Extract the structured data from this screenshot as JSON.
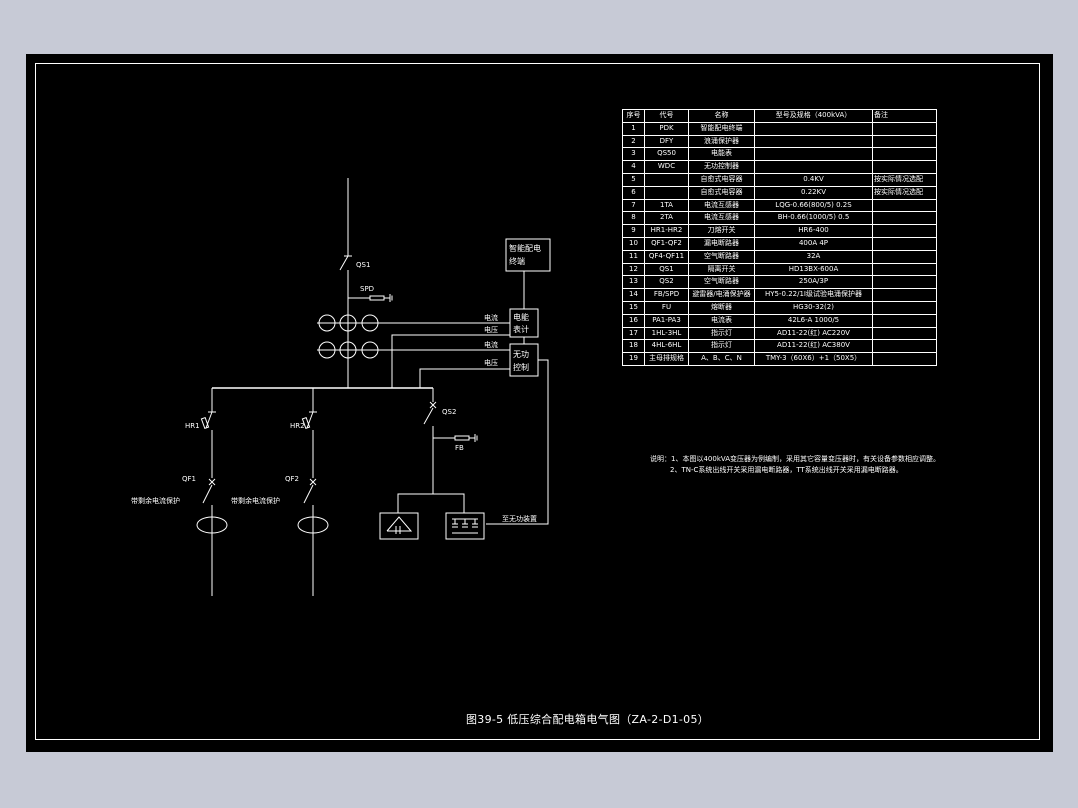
{
  "diagram": {
    "labels": {
      "qs1": "QS1",
      "spd": "SPD",
      "hr1": "HR1",
      "hr2": "HR2",
      "qs2": "QS2",
      "fb": "FB",
      "qf1": "QF1",
      "qf2": "QF2",
      "rcd1": "带剩余电流保护",
      "rcd2": "带剩余电流保护",
      "terminal": "智能配电终端",
      "meter": "电能表计",
      "reactive": "无功控制",
      "current1": "电流",
      "voltage1": "电压",
      "current2": "电流",
      "voltage2": "电压",
      "to_comp": "至无功装置"
    }
  },
  "table": {
    "headers": [
      "序号",
      "代号",
      "名称",
      "型号及规格（400kVA）",
      "备注"
    ],
    "rows": [
      [
        "1",
        "PDK",
        "智能配电终端",
        "",
        ""
      ],
      [
        "2",
        "DFY",
        "浪涌保护器",
        "",
        ""
      ],
      [
        "3",
        "QS50",
        "电能表",
        "",
        ""
      ],
      [
        "4",
        "WDC",
        "无功控制器",
        "",
        ""
      ],
      [
        "5",
        "",
        "自愈式电容器",
        "0.4KV",
        "按实际情况选配"
      ],
      [
        "6",
        "",
        "自愈式电容器",
        "0.22KV",
        "按实际情况选配"
      ],
      [
        "7",
        "1TA",
        "电流互感器",
        "LQG-0.66(800/5) 0.2S",
        ""
      ],
      [
        "8",
        "2TA",
        "电流互感器",
        "BH-0.66(1000/5) 0.5",
        ""
      ],
      [
        "9",
        "HR1-HR2",
        "刀熔开关",
        "HR6-400",
        ""
      ],
      [
        "10",
        "QF1-QF2",
        "漏电断路器",
        "400A 4P",
        ""
      ],
      [
        "11",
        "QF4-QF11",
        "空气断路器",
        "32A",
        ""
      ],
      [
        "12",
        "QS1",
        "隔离开关",
        "HD13BX-600A",
        ""
      ],
      [
        "13",
        "QS2",
        "空气断路器",
        "250A/3P",
        ""
      ],
      [
        "14",
        "FB/SPD",
        "避雷器/电涌保护器",
        "HY5-0.22/1I级试验电涌保护器",
        ""
      ],
      [
        "15",
        "FU",
        "熔断器",
        "HG30-32(2)",
        ""
      ],
      [
        "16",
        "PA1-PA3",
        "电流表",
        "42L6-A 1000/5",
        ""
      ],
      [
        "17",
        "1HL-3HL",
        "指示灯",
        "AD11-22(红) AC220V",
        ""
      ],
      [
        "18",
        "4HL-6HL",
        "指示灯",
        "AD11-22(红) AC380V",
        ""
      ],
      [
        "19",
        "主母排规格",
        "A、B、C、N",
        "TMY-3（60X6）+1（50X5）",
        ""
      ]
    ]
  },
  "notes": [
    "说明：1、本图以400kVA变压器为例编制，采用其它容量变压器时，有关设备参数相应调整。",
    "2、TN-C系统出线开关采用漏电断路器，TT系统出线开关采用漏电断路器。"
  ],
  "caption": "图39-5  低压综合配电箱电气图（ZA-2-D1-05）"
}
